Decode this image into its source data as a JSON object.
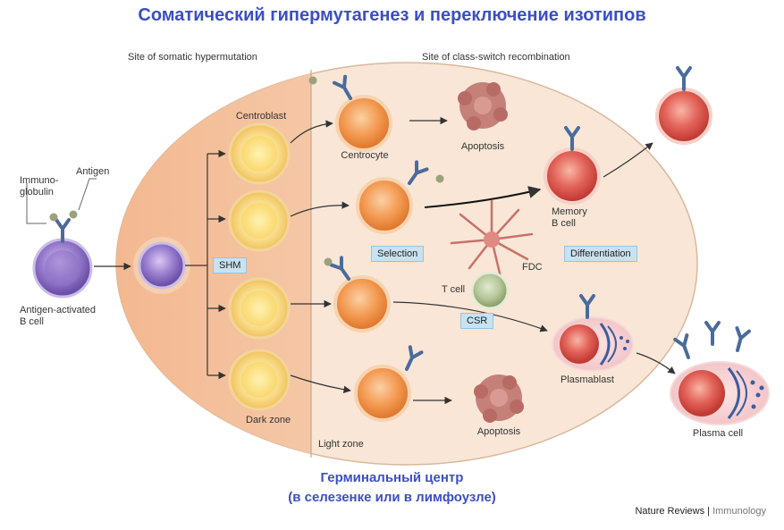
{
  "title": "Соматический гипермутагенез и переключение изотипов",
  "header_left": "Site of somatic hypermutation",
  "header_right": "Site of class-switch recombination",
  "labels": {
    "antigen": "Antigen",
    "immunoglobulin": "Immuno-\nglobulin",
    "activated_cell": "Antigen-activated\nB cell",
    "centroblast": "Centroblast",
    "centrocyte": "Centrocyte",
    "apoptosis_top": "Apoptosis",
    "apoptosis_bottom": "Apoptosis",
    "memory_cell": "Memory\nB cell",
    "fdc": "FDC",
    "t_cell": "T cell",
    "plasmablast": "Plasmablast",
    "plasma_cell": "Plasma cell",
    "dark_zone": "Dark zone",
    "light_zone": "Light zone"
  },
  "boxes": {
    "shm": "SHM",
    "selection": "Selection",
    "differentiation": "Differentiation",
    "csr": "CSR"
  },
  "caption_line1": "Герминальный центр",
  "caption_line2": "(в селезенке или в лимфоузле)",
  "credit_journal": "Nature Reviews",
  "credit_separator": "|",
  "credit_section": "Immunology",
  "colors": {
    "title": "#3b4fc4",
    "zone_fill": "#f9e6d6",
    "dark_zone_fill": "#f3c3a0",
    "cell_yellow": "#f7d77c",
    "cell_orange": "#f29a4f",
    "cell_purple": "#8a6fc0",
    "cell_red": "#d9534f",
    "antibody": "#4a6b9c",
    "box_fill": "#c9e2f0"
  }
}
